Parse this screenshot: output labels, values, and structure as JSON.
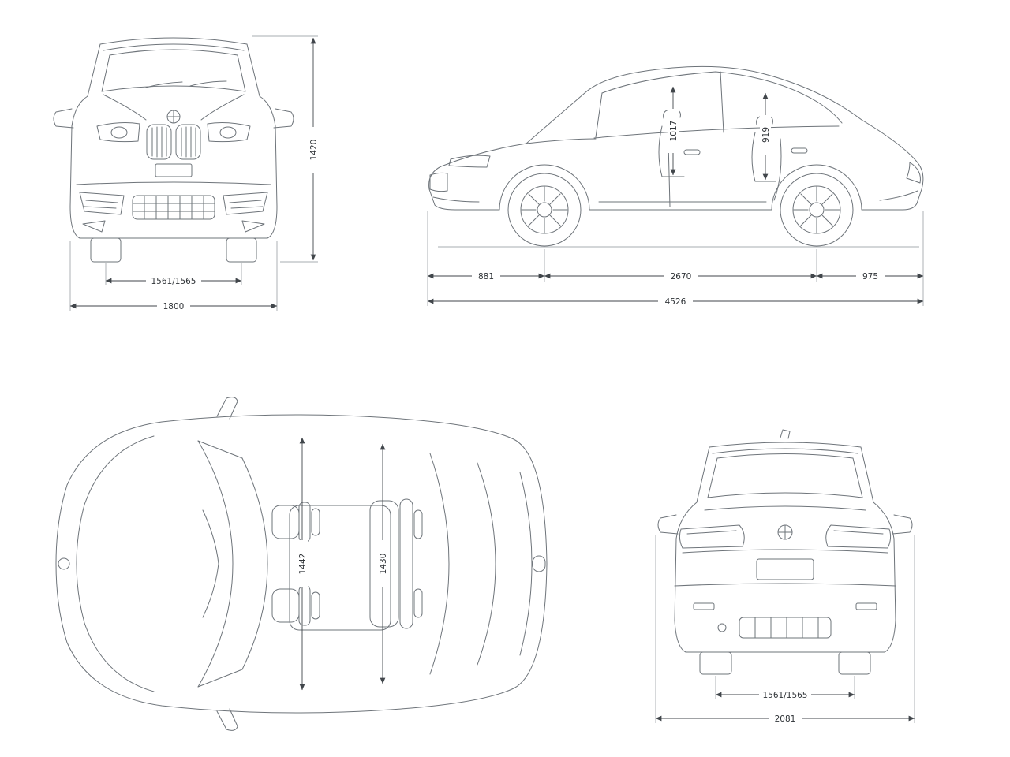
{
  "diagram": {
    "front_view": {
      "height": "1420",
      "track": "1561/1565",
      "width": "1800"
    },
    "side_view": {
      "headroom_front": "1017",
      "headroom_rear": "919",
      "front_overhang": "881",
      "wheelbase": "2670",
      "rear_overhang": "975",
      "length": "4526"
    },
    "top_view": {
      "interior_width_front": "1442",
      "interior_width_rear": "1430"
    },
    "rear_view": {
      "track": "1561/1565",
      "width_mirrors": "2081"
    },
    "colors": {
      "line": "#6e747a",
      "dimension": "#41464b",
      "background": "#ffffff"
    }
  }
}
